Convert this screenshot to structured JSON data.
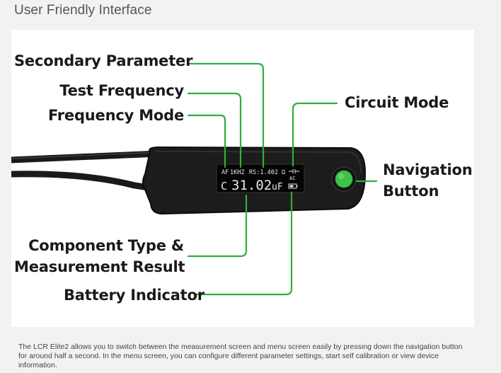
{
  "heading": "User Friendly Interface",
  "callouts": {
    "secondary_parameter": "Secondary Parameter",
    "test_frequency": "Test Frequency",
    "frequency_mode": "Frequency Mode",
    "circuit_mode": "Circuit Mode",
    "navigation_button_line1": "Navigation",
    "navigation_button_line2": "Button",
    "component_type_line1": "Component Type &",
    "component_type_line2": "Measurement Result",
    "battery_indicator": "Battery Indicator"
  },
  "display": {
    "frequency_mode": "AF",
    "test_frequency": "1KHZ",
    "secondary_parameter": "RS:1.402 Ω",
    "circuit_mode": "AC",
    "component_type": "C",
    "measurement_value": "31.02",
    "measurement_unit": "uF"
  },
  "description": "The LCR Elite2 allows you to switch between the measurement screen and menu screen easily by pressing down the navigation button for around half a second. In the menu screen, you can configure different parameter settings, start self calibration or view device information.",
  "colors": {
    "leader_line": "#2fae3f",
    "button_green": "#3cc44a",
    "device_body": "#1e1e1e"
  }
}
